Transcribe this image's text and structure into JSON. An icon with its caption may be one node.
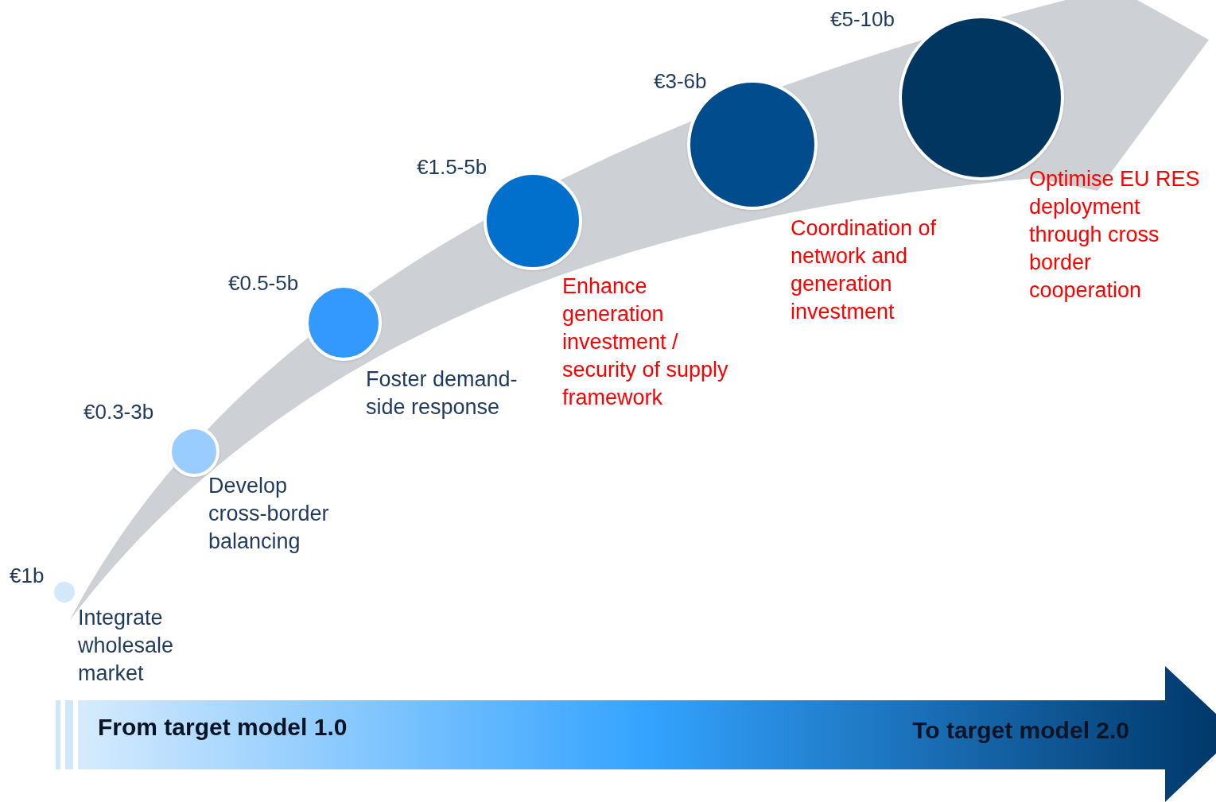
{
  "diagram": {
    "nodes": [
      {
        "text": [],
        "shape": "circle",
        "beside": [
          "€1b",
          "Integrate wholesale market"
        ]
      },
      {
        "text": [],
        "shape": "circle",
        "beside": [
          "€0.3-3b",
          "Develop cross-border balancing"
        ]
      },
      {
        "text": [],
        "shape": "circle",
        "beside": [
          "€0.5-5b",
          "Foster demand-side response"
        ]
      },
      {
        "text": [],
        "shape": "circle",
        "beside": [
          "€1.5-5b",
          "Enhance generation investment / security of supply framework"
        ]
      },
      {
        "text": [],
        "shape": "circle",
        "beside": [
          "€3-6b",
          "Coordination of network and generation investment"
        ]
      },
      {
        "text": [],
        "shape": "circle",
        "beside": [
          "€5-10b",
          "Optimise EU RES deployment through cross border cooperation"
        ]
      },
      {
        "text": [
          "From target model 1.0",
          "To target model 2.0"
        ]
      }
    ]
  }
}
